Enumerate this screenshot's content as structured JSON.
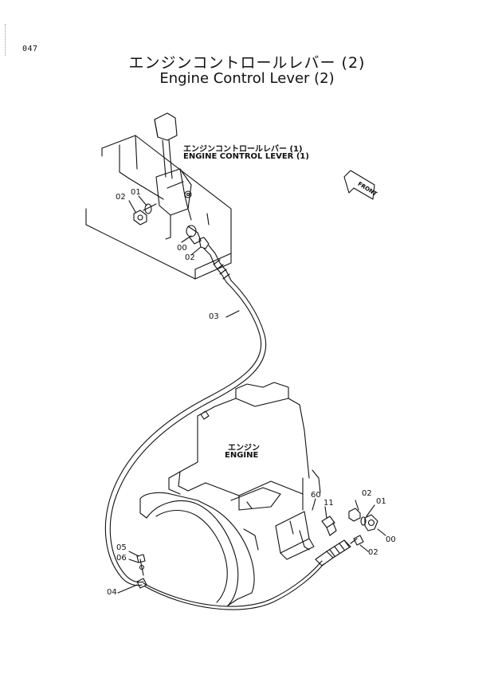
{
  "page": {
    "number": "047"
  },
  "title": {
    "japanese": "エンジンコントロールレバー (2)",
    "english": "Engine Control Lever (2)"
  },
  "callouts": {
    "lever1_jp": "エンジンコントロールレバー (1)",
    "lever1_en": "ENGINE CONTROL LEVER (1)",
    "engine_jp": "エンジン",
    "engine_en": "ENGINE",
    "front": "FRONT"
  },
  "part_numbers": {
    "p02_top": "02",
    "p01_top": "01",
    "p00_top": "00",
    "p02_top_b": "02",
    "p03": "03",
    "p60": "60",
    "p11": "11",
    "p02_right": "02",
    "p01_right": "01",
    "p00_right": "00",
    "p02_right_b": "02",
    "p05": "05",
    "p06": "06",
    "p04": "04"
  }
}
